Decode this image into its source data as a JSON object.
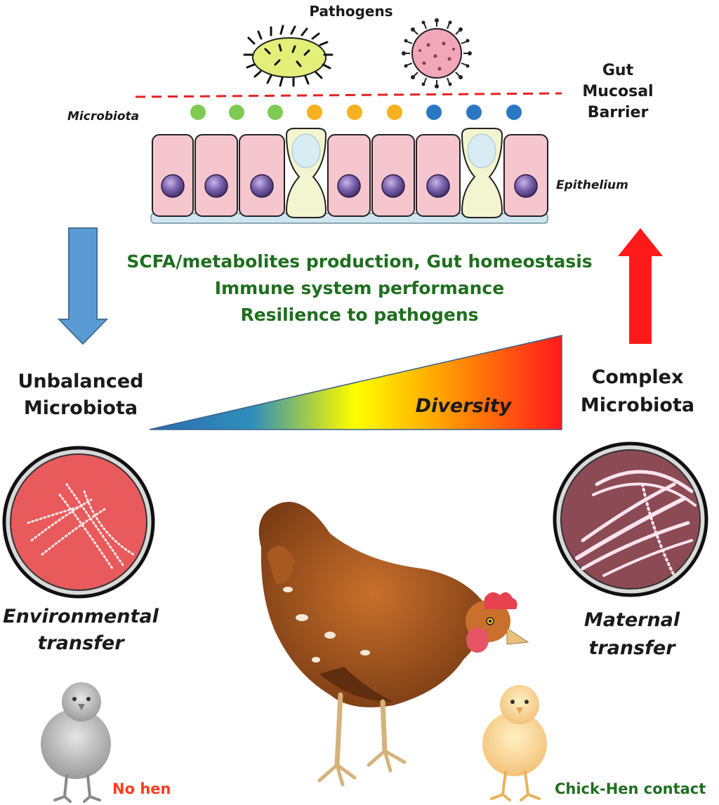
{
  "pathogens_label": "Pathogens",
  "barrier_label_line1": "Gut",
  "barrier_label_line2": "Mucosal",
  "barrier_label_line3": "Barrier",
  "microbiota_label": "Microbiota",
  "epithelium_label": "Epithelium",
  "benefits": [
    "SCFA/metabolites production, Gut homeostasis",
    "Immune system performance",
    "Resilience to pathogens"
  ],
  "left_state_line1": "Unbalanced",
  "left_state_line2": "Microbiota",
  "right_state_line1": "Complex",
  "right_state_line2": "Microbiota",
  "diversity_label": "Diversity",
  "left_transfer_line1": "Environmental",
  "left_transfer_line2": "transfer",
  "right_transfer_line1": "Maternal",
  "right_transfer_line2": "transfer",
  "left_group_label": "No hen",
  "right_group_label": "Chick-Hen contact",
  "microbiota_dot_colors": [
    "#7ecb54",
    "#7ecb54",
    "#7ecb54",
    "#f5b21e",
    "#f5b21e",
    "#f5b21e",
    "#2b78c2",
    "#2b78c2",
    "#2b78c2"
  ],
  "colors": {
    "down_arrow": "#5b9bd5",
    "up_arrow": "#ff1a1a",
    "benefit_text": "#1f6e1f",
    "no_hen_text": "#ff3b1f",
    "contact_text": "#1f6e1f",
    "left_dish": "#e85a5c",
    "right_dish": "#8c4a55",
    "barrier_line": "#e52222"
  },
  "icons": [
    "rod-pathogen-icon",
    "spherical-pathogen-icon",
    "left-down-arrow-icon",
    "right-up-arrow-icon",
    "petri-dish-icon",
    "hen-icon",
    "chick-icon"
  ]
}
